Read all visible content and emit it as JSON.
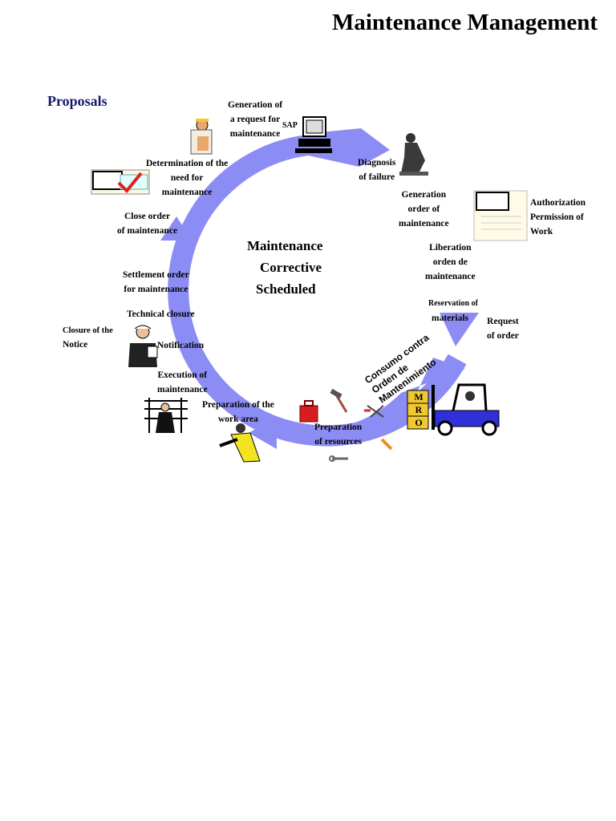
{
  "title": "Maintenance Management",
  "proposals": "Proposals",
  "center": {
    "line1": "Maintenance",
    "line2": "Corrective",
    "line3": "Scheduled"
  },
  "steps": {
    "generation_request": "Generation of\na request for\nmaintenance",
    "sap": "SAP",
    "diagnosis": "Diagnosis\nof failure",
    "generation_order": "Generation\norder of\nmaintenance",
    "authorization": "Authorization\nPermission of\nWork",
    "liberation": "Liberation\norden de\nmaintenance",
    "reservation": "Reservation of",
    "materials": "materials",
    "request_order": "Request\nof order",
    "consumo": "Consumo contra\nOrden de\nMantenimiento",
    "mro_m": "M",
    "mro_r": "R",
    "mro_o": "O",
    "preparation_resources": "Preparation\nof resources",
    "preparation_work": "Preparation of the\nwork area",
    "execution": "Execution of\nmaintenance",
    "notification": "Notification",
    "technical_closure": "Technical closure",
    "closure_notice_1": "Closure of the",
    "closure_notice_2": "Notice",
    "settlement": "Settlement order\nfor maintenance",
    "close_order": "Close order\nof maintenance",
    "determination": "Determination of the\nneed for\nmaintenance"
  },
  "colors": {
    "ring": "#8c8cf5",
    "ring_dark": "#6f6fe6",
    "title_blue": "#1a1a6e",
    "forklift": "#3030d8",
    "mro": "#f0c830"
  }
}
